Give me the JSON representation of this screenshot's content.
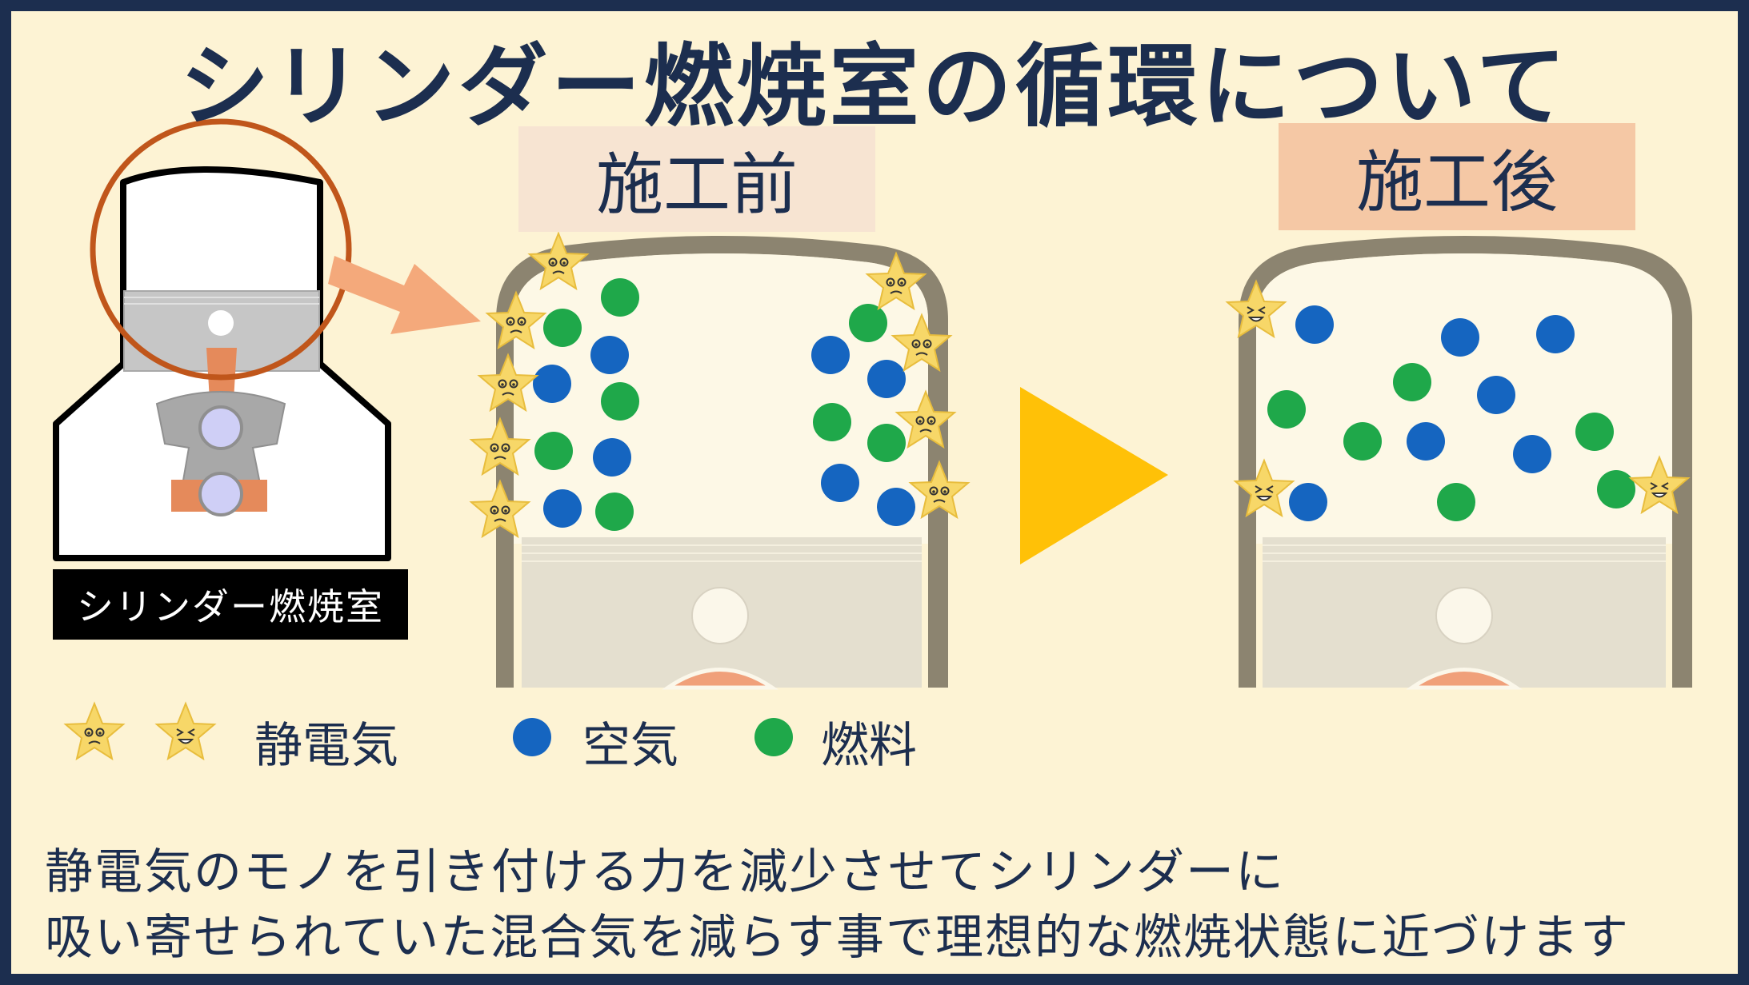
{
  "title": "シリンダー燃焼室の循環について",
  "labels": {
    "before": "施工前",
    "after": "施工後"
  },
  "cylinder_caption": "シリンダー燃焼室",
  "legend": {
    "static": "静電気",
    "air": "空気",
    "fuel": "燃料"
  },
  "description": {
    "line1": "静電気のモノを引き付ける力を減少させてシリンダーに",
    "line2": "吸い寄せられていた混合気を減らす事で理想的な燃焼状態に近づけます"
  },
  "colors": {
    "background": "#fdf3d4",
    "border": "#1c2e4f",
    "air": "#1565c0",
    "fuel": "#1fa84a",
    "static_star": "#f7d768",
    "arrow": "#ffc107",
    "callout_circle": "#c0561b"
  }
}
